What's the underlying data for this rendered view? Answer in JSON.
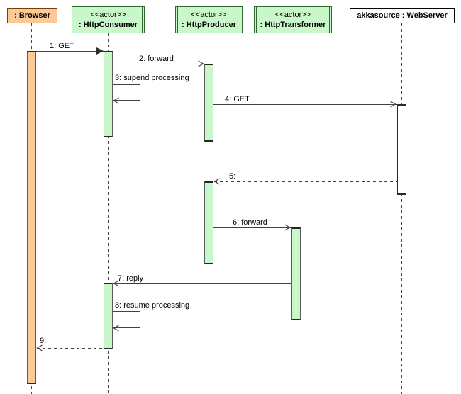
{
  "diagram": {
    "type": "uml-sequence",
    "participants": [
      {
        "name": ": Browser",
        "stereotype": "",
        "kind": "object-orange"
      },
      {
        "name": ": HttpConsumer",
        "stereotype": "<<actor>>",
        "kind": "actor"
      },
      {
        "name": ": HttpProducer",
        "stereotype": "<<actor>>",
        "kind": "actor"
      },
      {
        "name": ": HttpTransformer",
        "stereotype": "<<actor>>",
        "kind": "actor"
      },
      {
        "name": "akkasource : WebServer",
        "stereotype": "",
        "kind": "object-plain"
      }
    ],
    "messages": [
      {
        "label": "1: GET",
        "from": ": Browser",
        "to": ": HttpConsumer",
        "line": "solid",
        "arrow": "filled"
      },
      {
        "label": "2: forward",
        "from": ": HttpConsumer",
        "to": ": HttpProducer",
        "line": "solid",
        "arrow": "open"
      },
      {
        "label": "3: supend processing",
        "from": ": HttpConsumer",
        "to": ": HttpConsumer",
        "line": "solid",
        "arrow": "open",
        "self": true
      },
      {
        "label": "4: GET",
        "from": ": HttpProducer",
        "to": "akkasource : WebServer",
        "line": "solid",
        "arrow": "open"
      },
      {
        "label": "5:",
        "from": "akkasource : WebServer",
        "to": ": HttpProducer",
        "line": "dashed",
        "arrow": "open"
      },
      {
        "label": "6: forward",
        "from": ": HttpProducer",
        "to": ": HttpTransformer",
        "line": "solid",
        "arrow": "open"
      },
      {
        "label": "7: reply",
        "from": ": HttpTransformer",
        "to": ": HttpConsumer",
        "line": "solid",
        "arrow": "open"
      },
      {
        "label": "8: resume processing",
        "from": ": HttpConsumer",
        "to": ": HttpConsumer",
        "line": "solid",
        "arrow": "open",
        "self": true
      },
      {
        "label": "9:",
        "from": ": HttpConsumer",
        "to": ": Browser",
        "line": "dashed",
        "arrow": "open"
      }
    ],
    "colors": {
      "actor_fill": "#c9f7c9",
      "actor_border": "#2f6b2f",
      "browser_fill": "#fbca96",
      "browser_border": "#7a3c00",
      "object_fill": "#ffffff",
      "object_border": "#000000",
      "line": "#424242"
    }
  }
}
